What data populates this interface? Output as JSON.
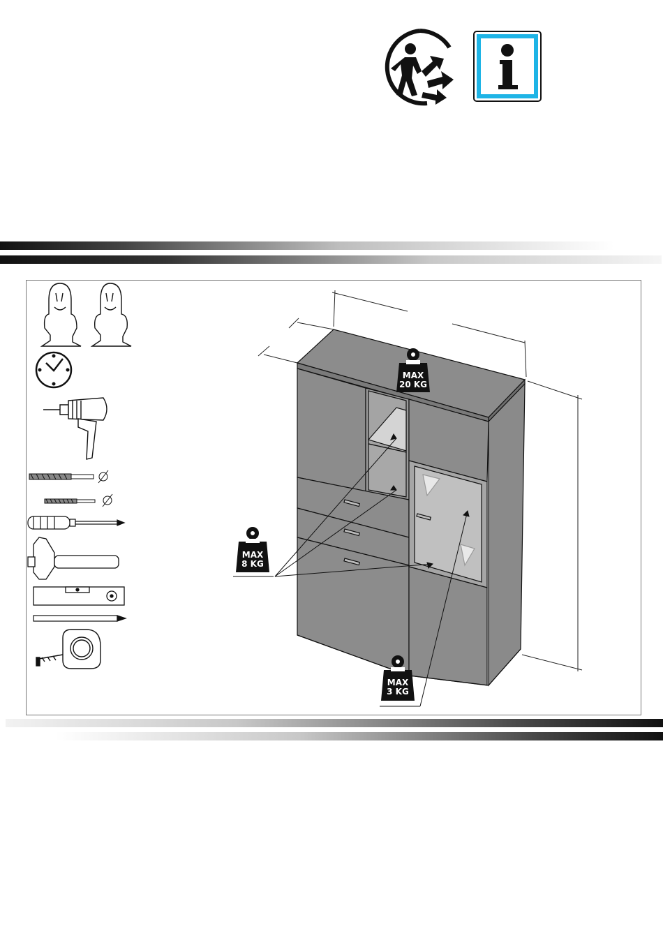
{
  "icons": {
    "recycle": "recycle-person-icon",
    "info": "info-icon"
  },
  "weights": {
    "top": {
      "line1": "MAX",
      "line2": "20 KG"
    },
    "shelf": {
      "line1": "MAX",
      "line2": "8 KG"
    },
    "bottom": {
      "line1": "MAX",
      "line2": "3 KG"
    }
  },
  "tools": [
    "two-person-icon",
    "clock-icon",
    "drill-icon",
    "drill-bit-large-icon",
    "drill-bit-small-icon",
    "screwdriver-icon",
    "hammer-icon",
    "spirit-level-icon",
    "pencil-icon",
    "tape-measure-icon"
  ],
  "colors": {
    "cabinet_gray": "#8c8c8c",
    "info_blue": "#1eb4e6"
  },
  "diameter_symbol": "∅"
}
